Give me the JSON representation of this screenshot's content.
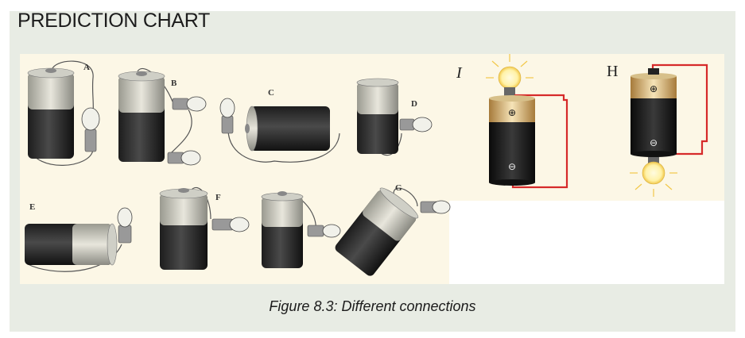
{
  "heading": "PREDICTION CHART",
  "caption": "Figure 8.3: Different connections",
  "labels": {
    "A": "A",
    "B": "B",
    "C": "C",
    "D": "D",
    "E": "E",
    "F": "F",
    "G": "G",
    "I": "I",
    "H": "H"
  },
  "terminal_symbols": {
    "plus": "⊕",
    "minus": "⊖"
  },
  "colors": {
    "background": "#e8ece4",
    "illustration_bg": "#fcf7e6",
    "wire_red": "#d62a2a"
  }
}
